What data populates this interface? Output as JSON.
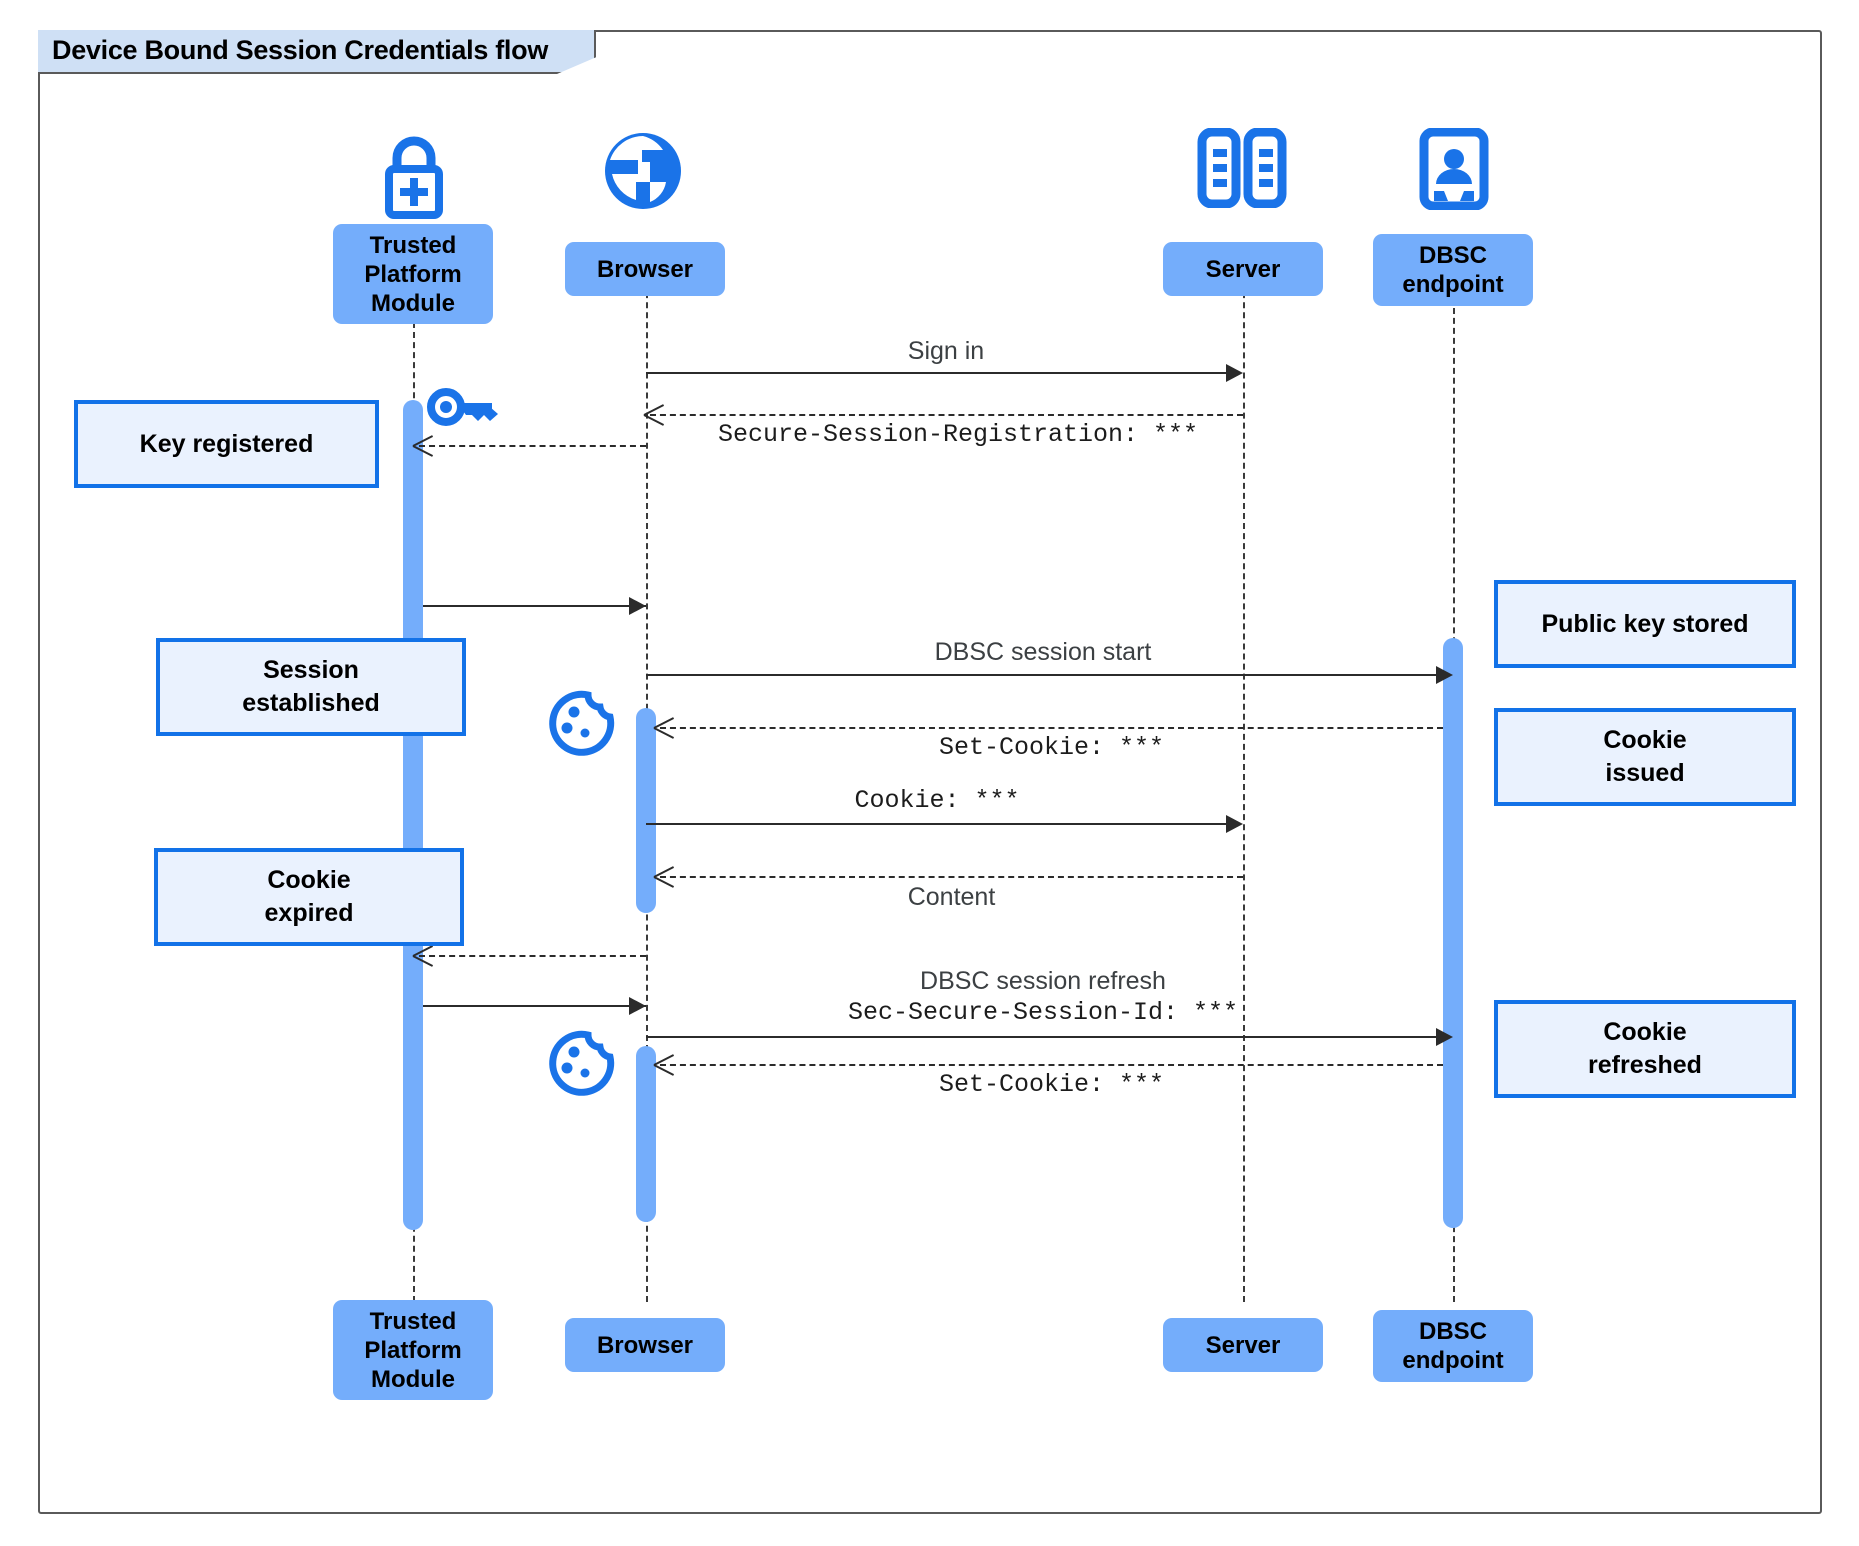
{
  "diagram": {
    "title": "Device Bound Session Credentials flow",
    "type": "uml-sequence-diagram",
    "colors": {
      "participant_fill": "#74adfb",
      "icon_blue": "#1a73e8",
      "note_fill": "#eaf2fe",
      "note_border": "#1272e8",
      "frame_border": "#5a5a5a",
      "title_fill": "#cfe0f5",
      "line": "#2b2b2b"
    }
  },
  "participants": [
    {
      "id": "tpm",
      "label": "Trusted\nPlatform\nModule",
      "icon": "lock-plus-icon"
    },
    {
      "id": "browser",
      "label": "Browser",
      "icon": "globe-icon"
    },
    {
      "id": "server",
      "label": "Server",
      "icon": "server-rack-icon"
    },
    {
      "id": "dbsc",
      "label": "DBSC\nendpoint",
      "icon": "id-badge-icon"
    }
  ],
  "footer_participants": [
    {
      "id": "tpm",
      "label": "Trusted\nPlatform\nModule"
    },
    {
      "id": "browser",
      "label": "Browser"
    },
    {
      "id": "server",
      "label": "Server"
    },
    {
      "id": "dbsc",
      "label": "DBSC\nendpoint"
    }
  ],
  "messages": [
    {
      "id": "m1",
      "from": "browser",
      "to": "server",
      "label": "Sign in",
      "style": "solid",
      "font": "sans"
    },
    {
      "id": "m2",
      "from": "server",
      "to": "browser",
      "label": "Secure-Session-Registration: ***",
      "style": "dashed",
      "font": "mono"
    },
    {
      "id": "m3",
      "from": "server",
      "to": "tpm",
      "label": "",
      "style": "dashed",
      "font": "mono"
    },
    {
      "id": "m4",
      "from": "tpm",
      "to": "browser",
      "label": "",
      "style": "solid",
      "font": "sans"
    },
    {
      "id": "m5",
      "from": "browser",
      "to": "dbsc",
      "label": "DBSC session start",
      "style": "solid",
      "font": "sans"
    },
    {
      "id": "m6",
      "from": "dbsc",
      "to": "browser",
      "label": "Set-Cookie: ***",
      "style": "dashed",
      "font": "mono"
    },
    {
      "id": "m7",
      "from": "browser",
      "to": "server",
      "label": "Cookie: ***",
      "style": "solid",
      "font": "mono"
    },
    {
      "id": "m8",
      "from": "server",
      "to": "browser",
      "label": "Content",
      "style": "dashed",
      "font": "sans"
    },
    {
      "id": "m9",
      "from": "browser",
      "to": "tpm",
      "label": "",
      "style": "dashed",
      "font": "mono"
    },
    {
      "id": "m10",
      "from": "tpm",
      "to": "browser",
      "label": "",
      "style": "solid",
      "font": "sans"
    },
    {
      "id": "m11",
      "from": "browser",
      "to": "dbsc",
      "label_line1": "DBSC session refresh",
      "label_line2": "Sec-Secure-Session-Id: ***",
      "style": "solid",
      "font": "mixed"
    },
    {
      "id": "m12",
      "from": "dbsc",
      "to": "browser",
      "label": "Set-Cookie: ***",
      "style": "dashed",
      "font": "mono"
    }
  ],
  "notes": [
    {
      "id": "n1",
      "text": "Key registered",
      "side": "left",
      "target": "tpm"
    },
    {
      "id": "n2",
      "text": "Session\nestablished",
      "side": "left",
      "target": "tpm"
    },
    {
      "id": "n3",
      "text": "Cookie\nexpired",
      "side": "left",
      "target": "tpm"
    },
    {
      "id": "n4",
      "text": "Public key stored",
      "side": "right",
      "target": "dbsc"
    },
    {
      "id": "n5",
      "text": "Cookie\nissued",
      "side": "right",
      "target": "dbsc"
    },
    {
      "id": "n6",
      "text": "Cookie\nrefreshed",
      "side": "right",
      "target": "dbsc"
    }
  ],
  "decorations": [
    {
      "id": "d1",
      "icon": "key-icon",
      "near": "tpm"
    },
    {
      "id": "d2",
      "icon": "cookie-icon",
      "near": "browser"
    },
    {
      "id": "d3",
      "icon": "cookie-icon",
      "near": "browser"
    }
  ]
}
